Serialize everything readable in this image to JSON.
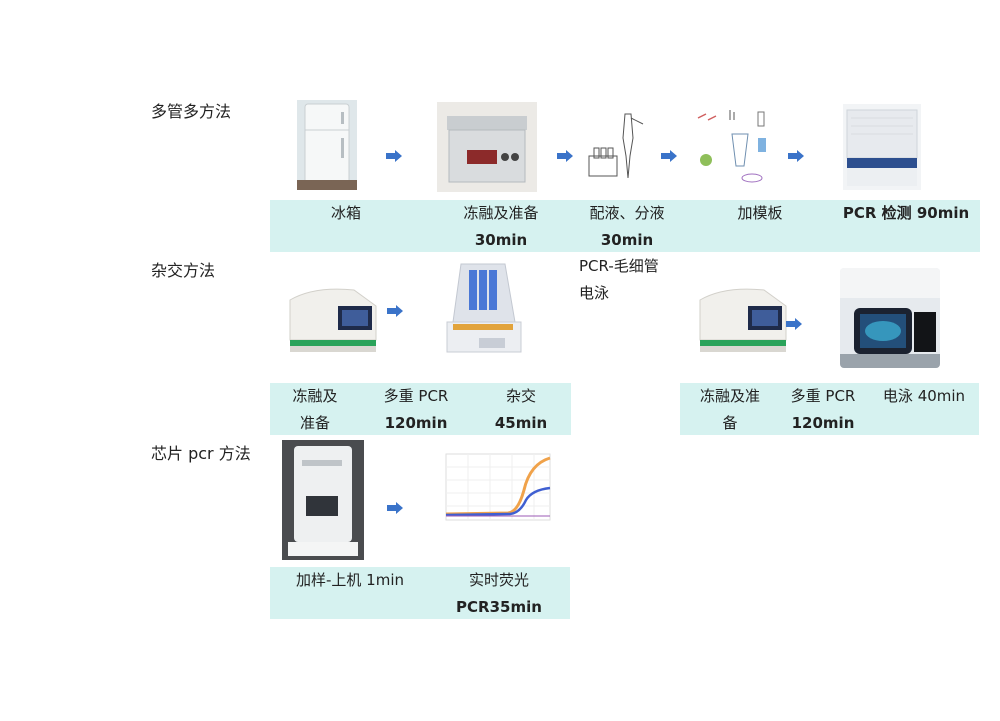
{
  "sections": {
    "multi_tube": {
      "title": "多管多方法"
    },
    "hybridization": {
      "title": "杂交方法"
    },
    "chip_pcr": {
      "title": "芯片 pcr 方法"
    }
  },
  "row1": {
    "s1": "冰箱",
    "s2_line1": "冻融及准备",
    "s2_line2": "30min",
    "s3_line1": "配液、分液",
    "s3_line2": "30min",
    "s4": "加模板",
    "s5": "PCR 检测 90min"
  },
  "row2_mid": {
    "line1": "PCR-毛细管",
    "line2": "电泳"
  },
  "row2_left": {
    "s1_line1": "冻融及",
    "s1_line2": "准备",
    "s2_line1": "多重 PCR",
    "s2_line2": "120min",
    "s3_line1": "杂交",
    "s3_line2": "45min"
  },
  "row2_right": {
    "s1_line1": "冻融及准",
    "s1_line2": "备",
    "s2_line1": "多重 PCR",
    "s2_line2": "120min",
    "s3": "电泳 40min"
  },
  "row3": {
    "s1": "加样-上机 1min",
    "s2_line1": "实时荧光",
    "s2_line2": "PCR35min"
  },
  "colors": {
    "band": "#d6f2f0",
    "arrow": "#3a73c9",
    "curve_orange": "#f0a24a",
    "curve_blue": "#3f5fd1"
  }
}
